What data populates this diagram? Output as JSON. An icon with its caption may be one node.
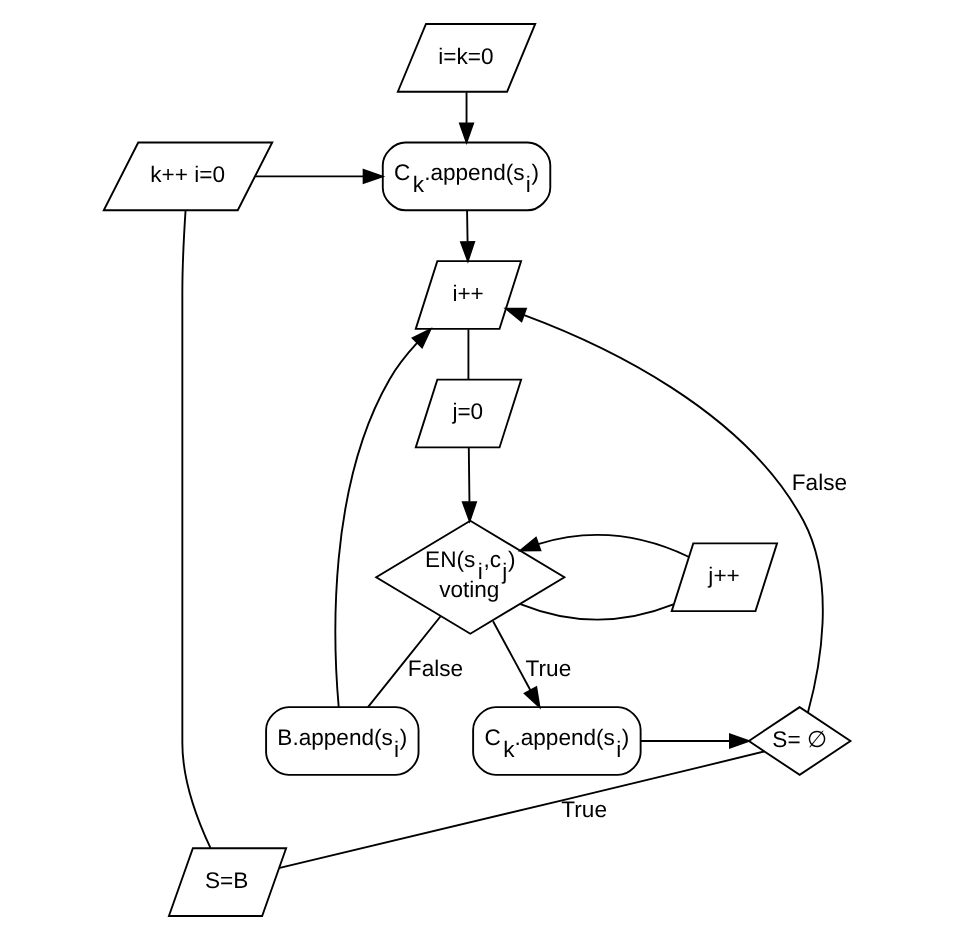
{
  "diagram": {
    "nodes": [
      {
        "text": [
          "i=k=0"
        ]
      },
      {
        "text": [
          "k++ i=0"
        ]
      },
      {
        "text": [
          "C$_{k}$.append(s$_{i}$)"
        ]
      },
      {
        "text": [
          "S=B"
        ]
      },
      {
        "text": [
          "i++"
        ]
      },
      {
        "text": [
          "j=0"
        ]
      },
      {
        "text": [
          "B.append(s$_{i}$)"
        ]
      },
      {
        "text": [
          "j++"
        ]
      },
      {
        "text": [
          "EN(s$_{i}$,c$_{j}$)",
          "voting"
        ]
      },
      {
        "text": [
          "C$_{k}$.append(s$_{i}$)"
        ]
      },
      {
        "text": [
          "S= ∅"
        ]
      }
    ],
    "edges": [
      {
        "from": 0,
        "to": 2,
        "arrow": "to"
      },
      {
        "from": 1,
        "to": 2,
        "arrow": "to"
      },
      {
        "from": 2,
        "to": 4,
        "arrow": "to"
      },
      {
        "from": 4,
        "to": 5,
        "arrow": "none"
      },
      {
        "from": 5,
        "to": 8,
        "arrow": "to"
      },
      {
        "from": 8,
        "to": 7,
        "arrow": "none"
      },
      {
        "from": 7,
        "to": 8,
        "arrow": "to"
      },
      {
        "from": 8,
        "to": 6,
        "arrow": "none",
        "label": "False"
      },
      {
        "from": 6,
        "to": 4,
        "arrow": "to"
      },
      {
        "from": 8,
        "to": 9,
        "arrow": "to",
        "label": "True"
      },
      {
        "from": 9,
        "to": 10,
        "arrow": "to"
      },
      {
        "from": 10,
        "to": 4,
        "arrow": "to",
        "label": "False"
      },
      {
        "from": 10,
        "to": 3,
        "arrow": "none",
        "label": "True"
      },
      {
        "from": 3,
        "to": 1,
        "arrow": "none"
      }
    ]
  }
}
